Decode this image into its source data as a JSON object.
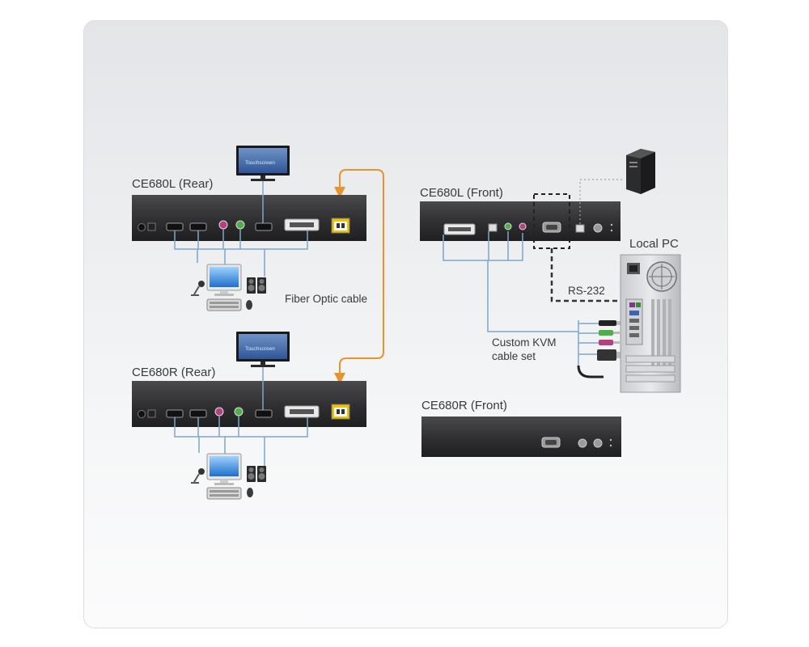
{
  "diagram": {
    "ce680l_rear_title": "CE680L (Rear)",
    "ce680r_rear_title": "CE680R (Rear)",
    "ce680l_front_title": "CE680L (Front)",
    "ce680r_front_title": "CE680R (Front)",
    "fiber_label": "Fiber Optic cable",
    "rs232_label": "RS-232",
    "kvm_label_line1": "Custom KVM",
    "kvm_label_line2": "cable set",
    "local_pc_label": "Local PC",
    "touchscreen_top": "Touchscreen",
    "touchscreen_bottom": "Touchscreen"
  },
  "colors": {
    "panel": "#3a3a3c",
    "blue_line": "#7fa6c9",
    "fiber_orange": "#e8942a",
    "dashed": "#333333"
  },
  "icons": [
    "monitor-icon",
    "microphone-icon",
    "speaker-icon",
    "keyboard-icon",
    "mouse-icon",
    "tower-pc-icon",
    "computer-case-icon"
  ]
}
